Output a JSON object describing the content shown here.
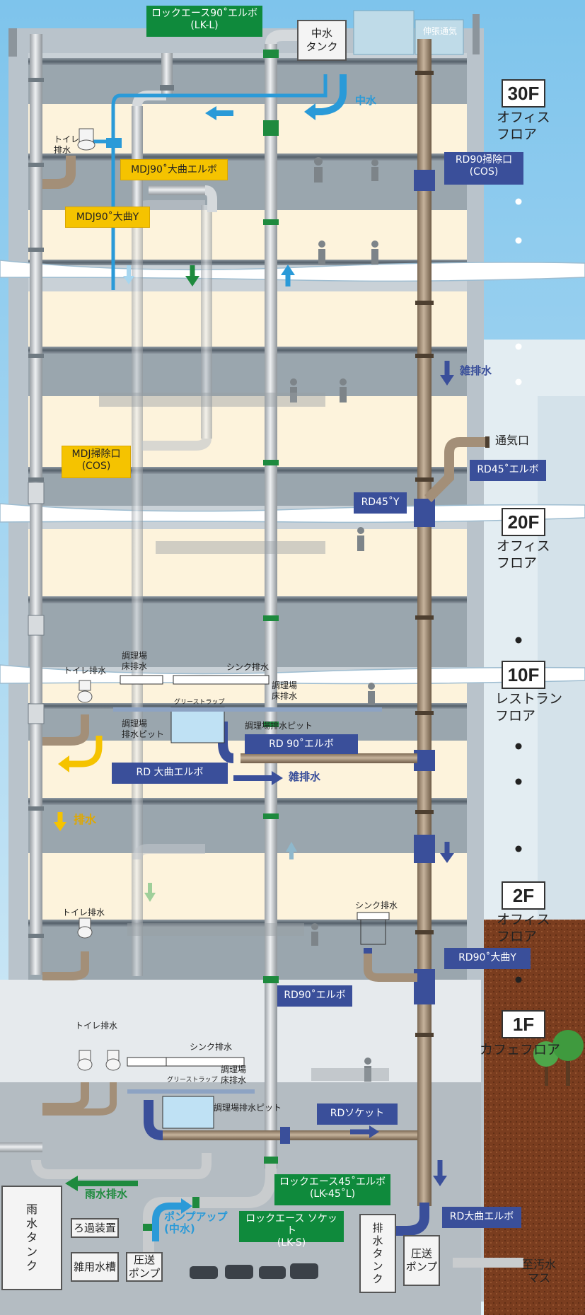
{
  "floors": {
    "f30": {
      "num": "30F",
      "name": "オフィス\nフロア"
    },
    "f20": {
      "num": "20F",
      "name": "オフィス\nフロア"
    },
    "f10": {
      "num": "10F",
      "name": "レストラン\nフロア"
    },
    "f2": {
      "num": "2F",
      "name": "オフィス\nフロア"
    },
    "f1": {
      "num": "1F",
      "name": "カフェフロア"
    }
  },
  "parts": {
    "lk_l": "ロックエース90˚エルボ\n(LK-L)",
    "mdj90_elbow": "MDJ90˚大曲エルボ",
    "mdj90_y": "MDJ90˚大曲Y",
    "mdj_cos": "MDJ掃除口\n(COS)",
    "rd90_cos": "RD90掃除口\n(COS)",
    "rd45_elbow": "RD45˚エルボ",
    "rd45_y": "RD45˚Y",
    "rd90_elbow_10f": "RD 90˚エルボ",
    "rd_ogama": "RD 大曲エルボ",
    "rd90_ogama_y": "RD90˚大曲Y",
    "rd90_elbow_2f": "RD90˚エルボ",
    "rd_socket": "RDソケット",
    "lk_45l": "ロックエース45˚エルボ\n(LK-45˚L)",
    "lk_s": "ロックエース ソケット\n(LK-S)",
    "rd_ogama_b1": "RD大曲エルボ"
  },
  "tags": {
    "toilet_30f": "トイレ\n排水",
    "nakamizu_flow": "中水",
    "zatsu_haisui": "雑排水",
    "tsuukiguchi": "通気口",
    "toilet_10f": "トイレ排水",
    "kitchen_floor_drain": "調理場\n床排水",
    "sink_10f": "シンク排水",
    "kitchen_floor_drain_r": "調理場\n床排水",
    "grease_trap_10f": "グリーストラップ",
    "kitchen_pit": "調理場\n排水ピット",
    "kitchen_pit_r": "調理場排水ピット",
    "zatsu_haisui_10f": "雑排水",
    "haisui": "排水",
    "toilet_2f": "トイレ排水",
    "sink_2f": "シンク排水",
    "toilet_1f": "トイレ排水",
    "sink_1f": "シンク排水",
    "kitchen_floor_drain_1f": "調理場\n床排水",
    "grease_trap_1f": "グリーストラップ",
    "kitchen_pit_1f": "調理場排水ピット",
    "rainwater": "雨水排水",
    "pump_up": "ポンプアップ\n(中水)",
    "vent_pipe": "伸張通気"
  },
  "equipment": {
    "nakamizu_tank": "中水\nタンク",
    "rain_tank": "雨\n水\nタ\nン\nク",
    "filter": "ろ過装置",
    "zatsu_tank": "雑用水槽",
    "pump_left": "圧送\nポンプ",
    "drain_tank": "排\n水\nタ\nン\nク",
    "pump_right": "圧送\nポンプ",
    "sewer": "至汚水\nマス"
  },
  "colors": {
    "sky": "#cfe6f3",
    "floor_interior": "#fdf3dc",
    "slab": "#6c757d",
    "label_green": "#0f8a3c",
    "label_yellow": "#f5c300",
    "label_blue": "#3a4f9a",
    "pipe_brown": "#a38f78",
    "pipe_gray": "#c9ccce",
    "nakamizu_blue": "#2a9ad8",
    "soil": "#7a3d1f"
  }
}
